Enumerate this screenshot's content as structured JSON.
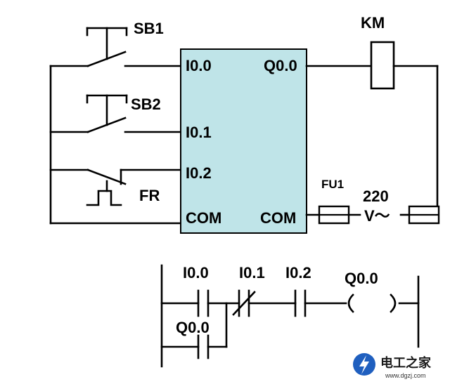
{
  "wiring": {
    "switches": {
      "sb1": "SB1",
      "sb2": "SB2",
      "fr": "FR",
      "km": "KM",
      "fuse": "FU1"
    },
    "plc": {
      "color": "#bfe4e8",
      "inputs": [
        "I0.0",
        "I0.1",
        "I0.2"
      ],
      "input_com": "COM",
      "output": "Q0.0",
      "output_com": "COM"
    },
    "supply": {
      "voltage": "220",
      "unit": "V～"
    }
  },
  "ladder": {
    "contacts": [
      "I0.0",
      "I0.1",
      "I0.2"
    ],
    "coil": "Q0.0",
    "hold_contact": "Q0.0"
  },
  "watermark": {
    "name": "电工之家",
    "url": "www.dgzj.com",
    "icon": "lightning-logo-icon"
  }
}
